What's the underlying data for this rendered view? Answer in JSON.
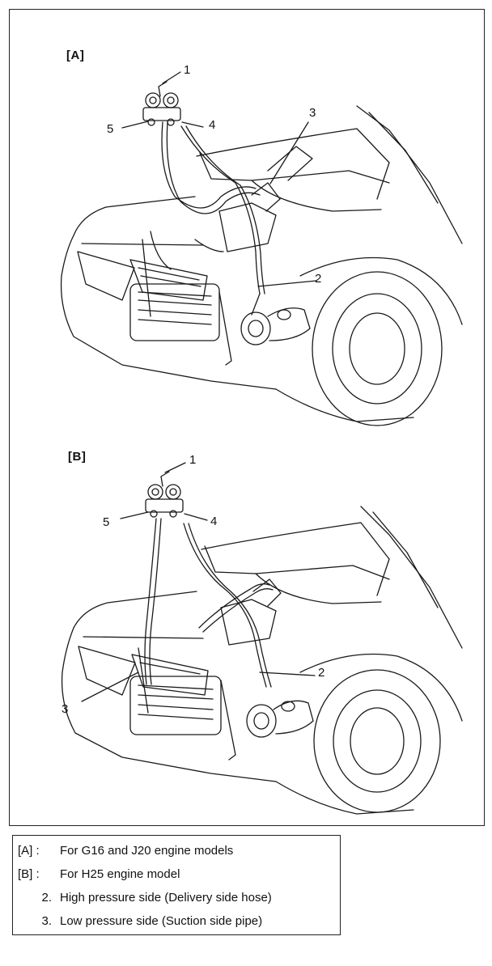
{
  "panels": [
    {
      "label": "[A]"
    },
    {
      "label": "[B]"
    }
  ],
  "callouts": {
    "a": [
      "1",
      "2",
      "3",
      "4",
      "5"
    ],
    "b": [
      "1",
      "2",
      "3",
      "4",
      "5"
    ]
  },
  "legend": [
    {
      "key": "[A] :",
      "text": "For G16 and J20 engine models"
    },
    {
      "key": "[B] :",
      "text": "For H25 engine model"
    },
    {
      "key": "2.",
      "text": "High pressure side (Delivery side hose)"
    },
    {
      "key": "3.",
      "text": "Low pressure side (Suction side pipe)"
    }
  ]
}
